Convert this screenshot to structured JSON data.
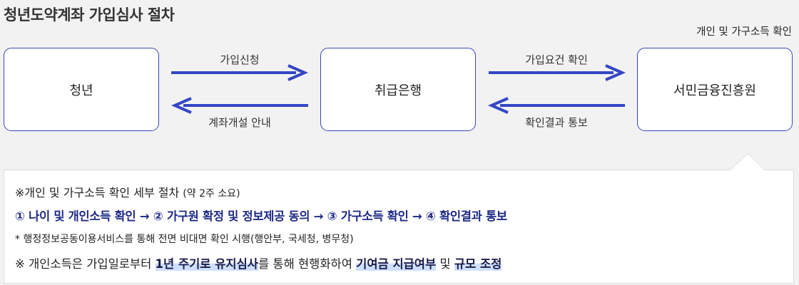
{
  "title": "청년도약계좌 가입심사 절차",
  "corner_note": "개인 및 가구소득 확인",
  "nodes": {
    "youth": "청년",
    "bank": "취급은행",
    "agency": "서민금융진흥원"
  },
  "flows": {
    "apply": "가입신청",
    "account_guide": "계좌개설 안내",
    "check_requirements": "가입요건 확인",
    "result_notice": "확인결과 통보"
  },
  "detail": {
    "heading_main": "※개인 및 가구소득 확인 세부 절차 ",
    "heading_duration": "(약 2주 소요)",
    "steps": "① 나이 및 개인소득 확인 → ② 가구원 확정 및 정보제공 동의 → ③ 가구소득 확인 → ④ 확인결과 통보",
    "note": "* 행정정보공동이용서비스를 통해 전면 비대면 확인 시행(행안부, 국세청, 병무청)",
    "review_prefix": "※ 개인소득은 가입일로부터 ",
    "review_hl1": "1년 주기로 유지심사",
    "review_mid": "를 통해 현행화하여 ",
    "review_hl2": "기여금 지급여부",
    "review_and": " 및 ",
    "review_hl3": "규모 조정"
  },
  "colors": {
    "accent": "#3a47b8",
    "arrow": "#3446c4"
  }
}
